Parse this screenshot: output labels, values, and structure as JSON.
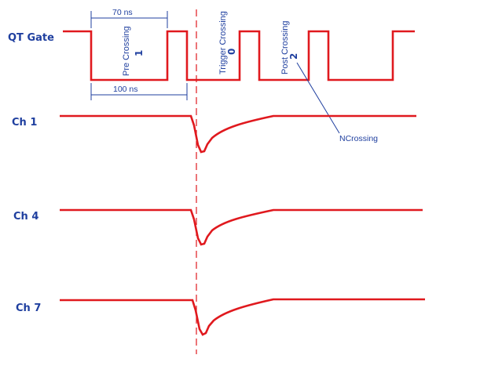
{
  "channels": {
    "qt_gate": "QT Gate",
    "ch1": "Ch 1",
    "ch4": "Ch 4",
    "ch7": "Ch 7"
  },
  "dimensions": {
    "gate_width": "70 ns",
    "period": "100 ns"
  },
  "crossings": [
    {
      "label": "Pre Crossing",
      "number": "1"
    },
    {
      "label": "Trigger Crossing",
      "number": "0"
    },
    {
      "label": "Post Crossing",
      "number": "2"
    }
  ],
  "annotation": "NCrossing",
  "colors": {
    "signal": "#e0191e",
    "text": "#1f3f9f",
    "background": "#ffffff"
  }
}
